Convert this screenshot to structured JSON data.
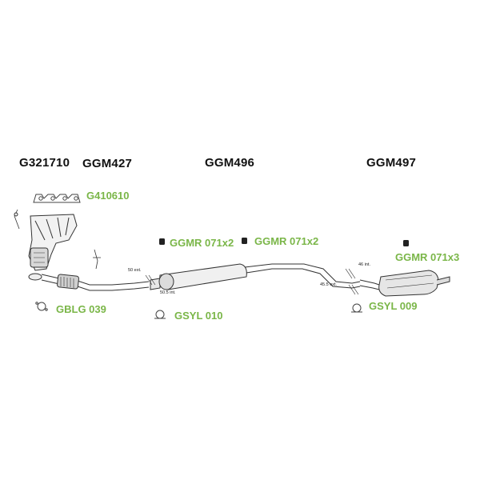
{
  "main_parts": [
    {
      "code": "G321710"
    },
    {
      "code": "GGM427"
    },
    {
      "code": "GGM496"
    },
    {
      "code": "GGM497"
    }
  ],
  "accessories": [
    {
      "code": "G410610"
    },
    {
      "code": "GGMR 071x2"
    },
    {
      "code": "GGMR 071x2"
    },
    {
      "code": "GGMR 071x3"
    },
    {
      "code": "GBLG 039"
    },
    {
      "code": "GSYL 010"
    },
    {
      "code": "GSYL 009"
    }
  ],
  "dimensions": [
    {
      "text": "50 ext."
    },
    {
      "text": "50.5 int."
    },
    {
      "text": "46 int."
    },
    {
      "text": "45.5 ext."
    }
  ],
  "colors": {
    "main_label": "#111111",
    "accessory_label": "#7ab648",
    "drawing_stroke": "#333333"
  }
}
